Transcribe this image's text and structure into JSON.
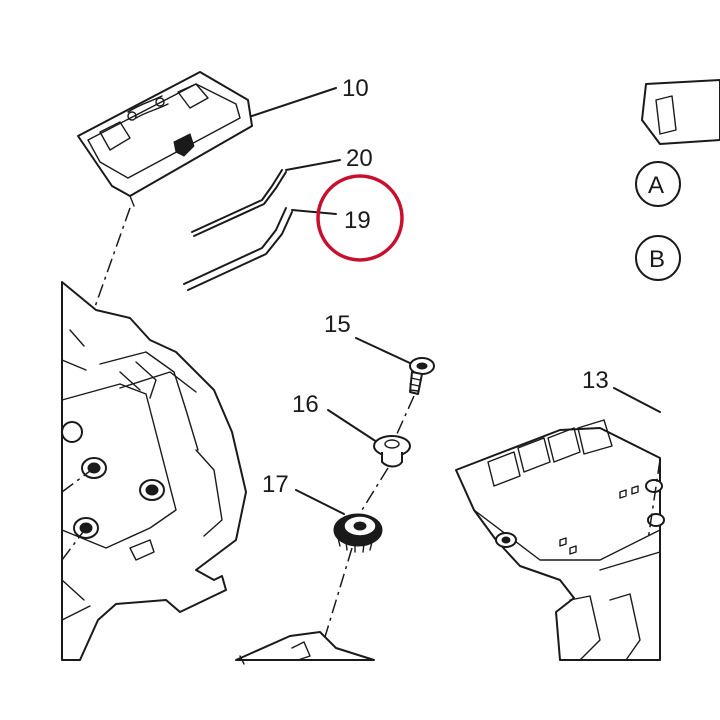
{
  "diagram": {
    "callouts": {
      "part_10": "10",
      "part_20": "20",
      "part_19": "19",
      "part_15": "15",
      "part_16": "16",
      "part_17": "17",
      "part_13": "13"
    },
    "legend": {
      "marker_a": "A",
      "marker_b": "B"
    },
    "highlight_color": "#c8102e",
    "line_color": "#1a1a1a"
  }
}
